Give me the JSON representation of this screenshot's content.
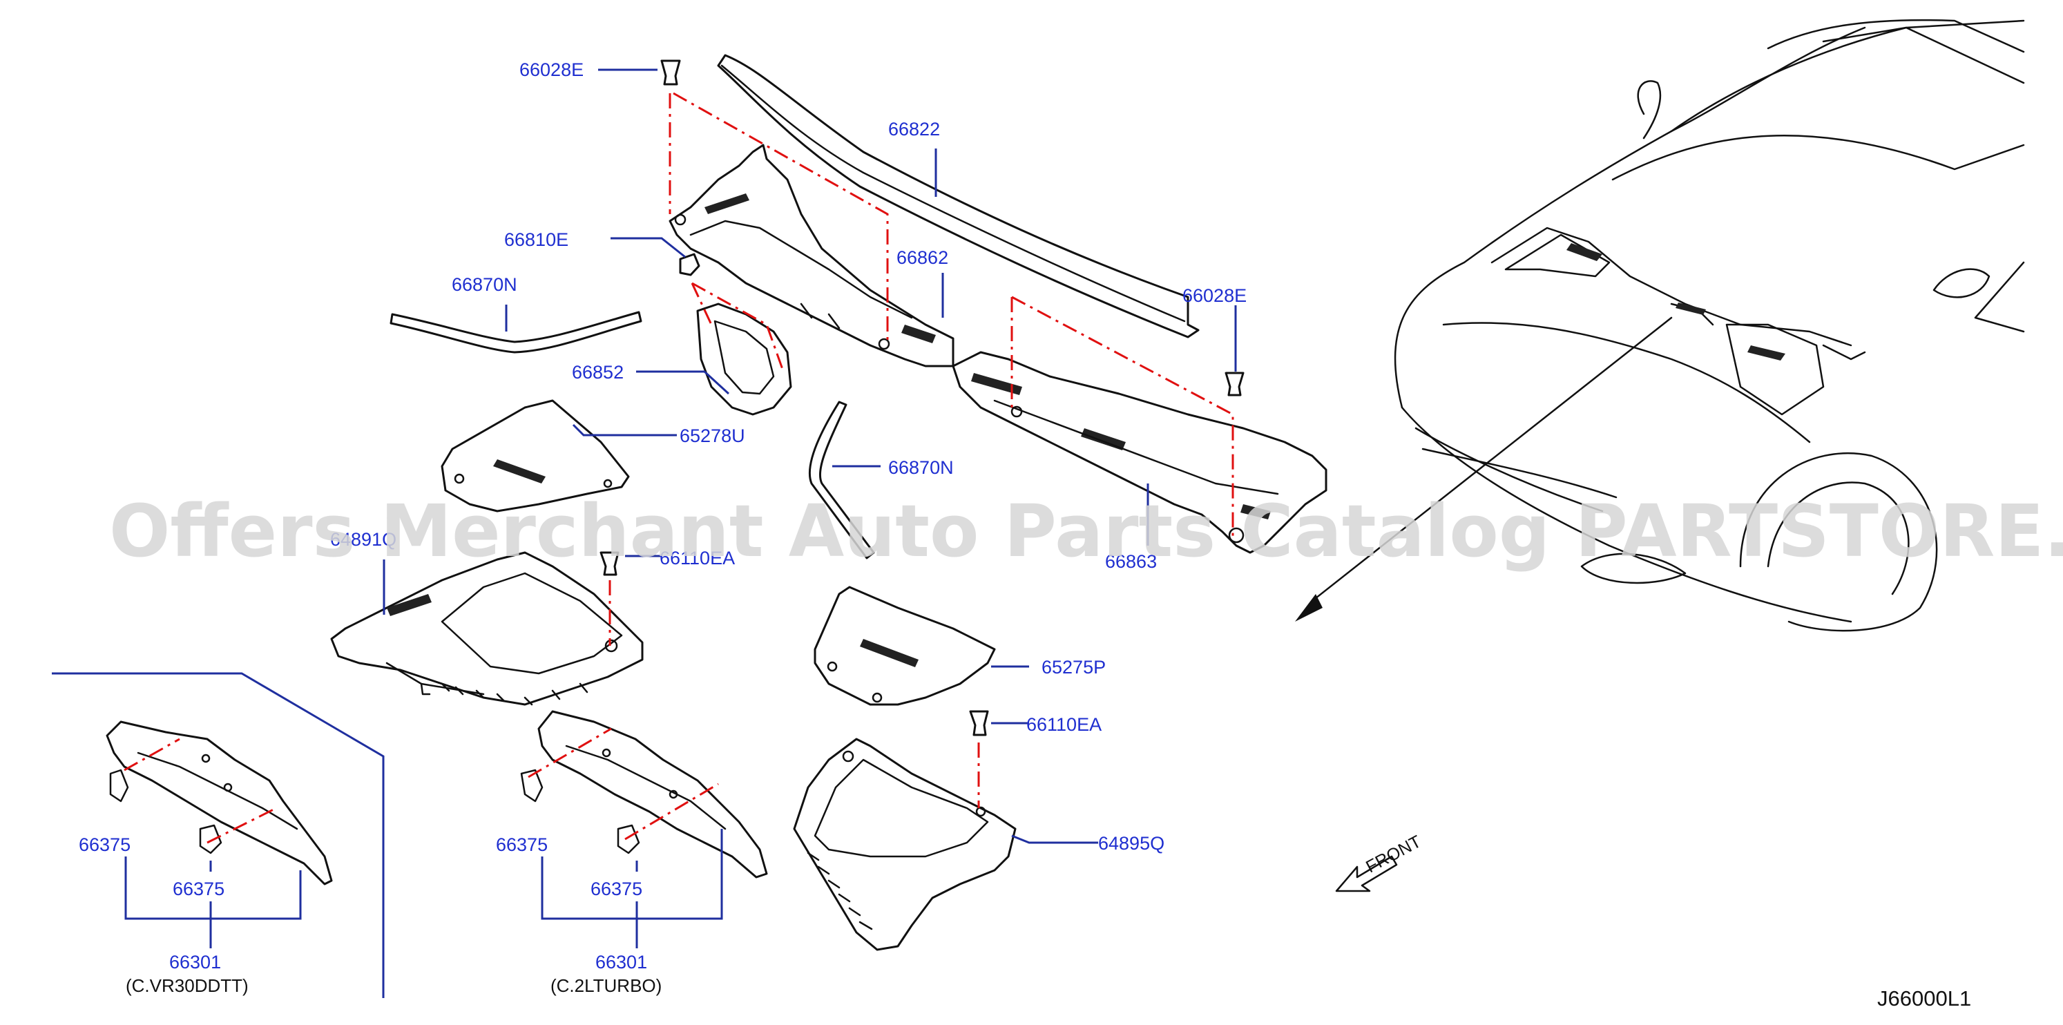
{
  "diagram": {
    "callouts": [
      {
        "id": "c1",
        "text": "66028E"
      },
      {
        "id": "c2",
        "text": "66822"
      },
      {
        "id": "c3",
        "text": "66810E"
      },
      {
        "id": "c4",
        "text": "66870N"
      },
      {
        "id": "c5",
        "text": "66862"
      },
      {
        "id": "c6",
        "text": "66028E"
      },
      {
        "id": "c7",
        "text": "66852"
      },
      {
        "id": "c8",
        "text": "65278U"
      },
      {
        "id": "c9",
        "text": "66870N"
      },
      {
        "id": "c10",
        "text": "64891Q"
      },
      {
        "id": "c11",
        "text": "66110EA"
      },
      {
        "id": "c12",
        "text": "66863"
      },
      {
        "id": "c13",
        "text": "65275P"
      },
      {
        "id": "c14",
        "text": "66110EA"
      },
      {
        "id": "c15",
        "text": "64895Q"
      },
      {
        "id": "c16",
        "text": "66375"
      },
      {
        "id": "c17",
        "text": "66375"
      },
      {
        "id": "c18",
        "text": "66301"
      },
      {
        "id": "c19",
        "text": "66375"
      },
      {
        "id": "c20",
        "text": "66375"
      },
      {
        "id": "c21",
        "text": "66301"
      }
    ],
    "notes": {
      "vr30": "(C.VR30DDTT)",
      "turbo": "(C.2LTURBO)"
    },
    "front_label": "FRONT",
    "diagram_code": "J66000L1",
    "watermark": "Offers Merchant Auto Parts Catalog PARTSTORE.SA"
  },
  "colors": {
    "callout_text": "#1f2fd0",
    "leader_line": "#1f2f9f",
    "dash_line": "#e01010",
    "line_art": "#111111"
  }
}
